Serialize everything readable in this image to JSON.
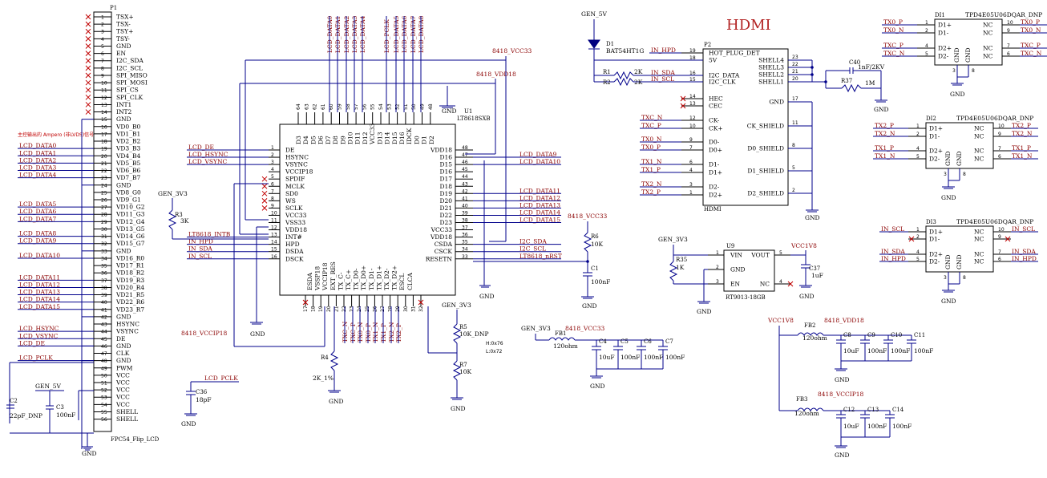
{
  "title": "HDMI",
  "p1": {
    "ref": "P1",
    "part": "FPC54_Flip_LCD",
    "note": "主控输出的 Ampero (非LVDS)信号",
    "labels": [
      "TSX+",
      "TSX-",
      "TSY+",
      "TSY-",
      "GND",
      "EN",
      "I2C_SDA",
      "I2C_SCL",
      "SPI_MISO",
      "SPI_MOSI",
      "SPI_CS",
      "SPI_CLK",
      "INT1",
      "INT2",
      "GND",
      "VD0_B0",
      "VD1_B1",
      "VD2_B2",
      "VD3_B3",
      "VD4_B4",
      "VD5_B5",
      "VD6_B6",
      "VD7_B7",
      "GND",
      "VD8_G0",
      "VD9_G1",
      "VD10_G2",
      "VD11_G3",
      "VD12_G4",
      "VD13_G5",
      "VD14_G6",
      "VD15_G7",
      "GND",
      "VD16_R0",
      "VD17_R1",
      "VD18_R2",
      "VD19_R3",
      "VD20_R4",
      "VD21_R5",
      "VD22_R6",
      "VD23_R7",
      "GND",
      "HSYNC",
      "VSYNC",
      "DE",
      "GND",
      "CLK",
      "GND",
      "PWM",
      "VCC",
      "VCC",
      "VCC",
      "VCC",
      "VCC",
      "SHELL",
      "SHELL"
    ],
    "pins": [
      "1",
      "2",
      "3",
      "4",
      "5",
      "6",
      "7",
      "8",
      "9",
      "10",
      "11",
      "12",
      "13",
      "14",
      "15",
      "16",
      "17",
      "18",
      "19",
      "20",
      "21",
      "22",
      "23",
      "24",
      "25",
      "26",
      "27",
      "28",
      "29",
      "30",
      "31",
      "32",
      "33",
      "34",
      "35",
      "36",
      "37",
      "38",
      "39",
      "40",
      "41",
      "42",
      "43",
      "44",
      "45",
      "46",
      "47",
      "48",
      "49",
      "50",
      "51",
      "52",
      "53",
      "54",
      "55",
      "56"
    ],
    "nets": [
      "LCD_DATA0",
      "LCD_DATA1",
      "LCD_DATA2",
      "LCD_DATA3",
      "LCD_DATA4",
      "LCD_DATA5",
      "LCD_DATA6",
      "LCD_DATA7",
      "LCD_DATA8",
      "LCD_DATA9",
      "LCD_DATA10",
      "LCD_DATA11",
      "LCD_DATA12",
      "LCD_DATA13",
      "LCD_DATA14",
      "LCD_DATA15",
      "LCD_HSYNC",
      "LCD_VSYNC",
      "LCD_DE",
      "LCD_PCLK"
    ],
    "gnd": "GND"
  },
  "passives_left": {
    "c2_ref": "C2",
    "c2_val": "22pF_DNP",
    "c3_ref": "C3",
    "c3_val": "100nF",
    "gen5v": "GEN_5V"
  },
  "u1": {
    "ref": "U1",
    "part": "LT8618SXB",
    "top_labels": [
      "D3",
      "D4",
      "D5",
      "D6",
      "D7",
      "D8",
      "D9",
      "D10",
      "D11",
      "D12",
      "VCC33",
      "D13",
      "D14",
      "D15",
      "D16",
      "IDCK",
      "D0",
      "D1",
      "D2"
    ],
    "top_pins": [
      "64",
      "63",
      "62",
      "61",
      "60",
      "59",
      "58",
      "57",
      "56",
      "55",
      "54",
      "53",
      "52",
      "51",
      "50",
      "49",
      "48"
    ],
    "left_labels": [
      "DE",
      "HSYNC",
      "VSYNC",
      "VCCIP18",
      "SPDIF",
      "MCLK",
      "SD0",
      "WS",
      "SCLK",
      "VCC33",
      "VSS33",
      "VDD18",
      "INT#",
      "HPD",
      "DSDA",
      "DSCK"
    ],
    "left_pins": [
      "1",
      "2",
      "3",
      "4",
      "5",
      "6",
      "7",
      "8",
      "9",
      "10",
      "11",
      "12",
      "13",
      "14",
      "15",
      "16"
    ],
    "right_labels": [
      "VDD18",
      "D16",
      "D15",
      "D16",
      "D17",
      "D18",
      "D19",
      "D20",
      "D21",
      "D22",
      "D23",
      "VCC33",
      "VDD18",
      "CSDA",
      "CSCK",
      "RESETN"
    ],
    "right_pins": [
      "48",
      "47",
      "46",
      "45",
      "44",
      "43",
      "42",
      "41",
      "40",
      "39",
      "38",
      "37",
      "36",
      "35",
      "34",
      "33"
    ],
    "bottom_labels": [
      "ESDA",
      "VSSP18",
      "VCCIP18",
      "EXT_RES",
      "TX_C-",
      "TX_C+",
      "TX_D0-",
      "TX_D0+",
      "TX_D1-",
      "TX_D1+",
      "TX_D2-",
      "TX_D2+",
      "ESCL",
      "CLCA"
    ],
    "bottom_pins": [
      "17",
      "18",
      "19",
      "20",
      "21",
      "22",
      "23",
      "24",
      "25",
      "26",
      "27",
      "28",
      "29",
      "30",
      "31",
      "32"
    ],
    "left_nets": [
      "LCD_DE",
      "LCD_HSYNC",
      "LCD_VSYNC",
      "LT8618_INTB",
      "IN_HPD",
      "IN_SDA",
      "IN_SCL"
    ],
    "top_nets": [
      "LCD_DATA0",
      "LCD_DATA1",
      "LCD_DATA2",
      "LCD_DATA3",
      "LCD_DATA4",
      "LCD_PCLK",
      "LCD_DATA5",
      "LCD_DATA6",
      "LCD_DATA7",
      "LCD_DATA8"
    ],
    "right_nets": [
      "LCD_DATA9",
      "LCD_DATA10",
      "LCD_DATA11",
      "LCD_DATA12",
      "LCD_DATA13",
      "LCD_DATA14",
      "LCD_DATA15",
      "I2C_SDA",
      "I2C_SCL",
      "LT8618_nRST"
    ],
    "bottom_nets": [
      "TXC_N",
      "TXC_P",
      "TX0_N",
      "TX0_P",
      "TX1_N",
      "TX1_P",
      "TX2_N",
      "TX2_P"
    ],
    "vcc33": "8418_VCC33",
    "vdd18": "8418_VDD18",
    "vccip18": "8418_VCCIP18",
    "gen3v3": "GEN_3V3"
  },
  "u1_passives": {
    "r3_ref": "R3",
    "r3_val": "3K",
    "r4_ref": "R4",
    "r4_val": "2K_1%",
    "r5_ref": "R5",
    "r5_val": "10K_DNP",
    "r6_ref": "R6",
    "r6_val": "10K",
    "r7_ref": "R7",
    "r7_val": "10K",
    "c1_ref": "C1",
    "c1_val": "100nF",
    "c36_ref": "C36",
    "c36_val": "18pF",
    "lcd_pclk": "LCD_PCLK",
    "gen3v3": "GEN_3V3",
    "vcc33": "8418_VCC33",
    "addr_note1": "H:0x76",
    "addr_note2": "L:0x72"
  },
  "p2": {
    "ref": "P2",
    "part": "HDMI",
    "labels_left": [
      "HOT_PLUG_DET",
      "5V",
      "I2C_DATA",
      "I2C_CLK",
      "HEC",
      "CEC",
      "CK-",
      "CK+",
      "D0-",
      "D0+",
      "D1-",
      "D1+",
      "D2-",
      "D2+"
    ],
    "pins_left": [
      "19",
      "18",
      "16",
      "15",
      "14",
      "13",
      "12",
      "10",
      "9",
      "7",
      "6",
      "4",
      "3",
      "1"
    ],
    "labels_right": [
      "SHELL4",
      "SHELL3",
      "SHELL2",
      "SHELL1",
      "GND",
      "CK_SHIELD",
      "D0_SHIELD",
      "D1_SHIELD",
      "D2_SHIELD"
    ],
    "pins_right": [
      "23",
      "22",
      "21",
      "20",
      "17",
      "11",
      "8",
      "5",
      "2"
    ],
    "nets_left": [
      "IN_HPD",
      "IN_SDA",
      "IN_SCL",
      "TXC_N",
      "TXC_P",
      "TX0_N",
      "TX0_P",
      "TX1_N",
      "TX1_P",
      "TX2_N",
      "TX2_P"
    ],
    "d1_ref": "D1",
    "d1_part": "BAT54HT1G",
    "gen5v": "GEN_5V",
    "r1": "R1",
    "r2": "R2",
    "r12_val": "2K",
    "c40_ref": "C40",
    "c40_val": "1nF/2KV",
    "r37_ref": "R37",
    "r37_val": "1M"
  },
  "esd": [
    {
      "ref": "DI1",
      "part": "TPD4E05U06DQAR_DNP",
      "left_nets": [
        "TX0_P",
        "TX0_N",
        "TXC_P",
        "TXC_N"
      ],
      "right_nets": [
        "TX0_P",
        "TX0_N",
        "TXC_P",
        "TXC_N"
      ]
    },
    {
      "ref": "DI2",
      "part": "TPD4E05U06DQAR_DNP",
      "left_nets": [
        "TX2_P",
        "TX2_N",
        "TX1_P",
        "TX1_N"
      ],
      "right_nets": [
        "TX2_P",
        "TX2_N",
        "TX1_P",
        "TX1_N"
      ]
    },
    {
      "ref": "DI3",
      "part": "TPD4E05U06DQAR_DNP",
      "left_nets": [
        "IN_SCL",
        "IN_SDA",
        "IN_HPD"
      ],
      "right_nets": [
        "IN_SCL",
        "IN_SDA",
        "IN_HPD"
      ]
    }
  ],
  "esd_pins": {
    "left_labels": [
      "D1+",
      "D1-",
      "D2+",
      "D2-"
    ],
    "left_pins": [
      "1",
      "2",
      "4",
      "5"
    ],
    "right_labels": [
      "NC",
      "NC",
      "NC",
      "NC"
    ],
    "right_pins": [
      "10",
      "9",
      "7",
      "6"
    ],
    "gnd_labels": [
      "GND",
      "GND"
    ],
    "gnd_pins": [
      "3",
      "8"
    ]
  },
  "u9": {
    "ref": "U9",
    "part": "RT9013-18GB",
    "labels_left": [
      "VIN",
      "GND",
      "EN"
    ],
    "pins_left": [
      "1",
      "2",
      "3"
    ],
    "labels_right": [
      "VOUT",
      "NC"
    ],
    "pins_right": [
      "5",
      "4"
    ],
    "gen3v3": "GEN_3V3",
    "vcc1v8": "VCC1V8",
    "r35_ref": "R35",
    "r35_val": "1K",
    "c37_ref": "C37",
    "c37_val": "1uF"
  },
  "power": {
    "fb1_ref": "FB1",
    "fb1_val": "120ohm",
    "fb2_ref": "FB2",
    "fb2_val": "120ohm",
    "fb3_ref": "FB3",
    "fb3_val": "120ohm",
    "gen3v3": "GEN_3V3",
    "vcc1v8": "VCC1V8",
    "vcc33": "8418_VCC33",
    "vdd18": "8418_VDD18",
    "vccip18": "8418_VCCIP18",
    "caps_a": [
      {
        "ref": "C4",
        "val": "10uF"
      },
      {
        "ref": "C5",
        "val": "100nF"
      },
      {
        "ref": "C6",
        "val": "100nF"
      },
      {
        "ref": "C7",
        "val": "100nF"
      }
    ],
    "caps_b": [
      {
        "ref": "C8",
        "val": "10uF"
      },
      {
        "ref": "C9",
        "val": "100nF"
      },
      {
        "ref": "C10",
        "val": "100nF"
      },
      {
        "ref": "C11",
        "val": "100nF"
      }
    ],
    "caps_c": [
      {
        "ref": "C12",
        "val": "10uF"
      },
      {
        "ref": "C13",
        "val": "100nF"
      },
      {
        "ref": "C14",
        "val": "100nF"
      }
    ]
  },
  "gnd": "GND"
}
